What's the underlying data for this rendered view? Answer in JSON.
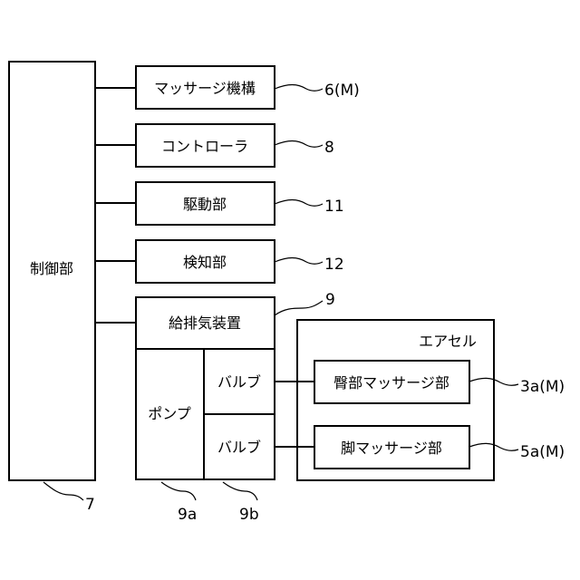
{
  "diagram": {
    "control_unit": "制御部",
    "massage_mechanism": "マッサージ機構",
    "controller": "コントローラ",
    "drive_unit": "駆動部",
    "detection_unit": "検知部",
    "air_supply_exhaust_device": "給排気装置",
    "pump": "ポンプ",
    "valve_1": "バルブ",
    "valve_2": "バルブ",
    "air_cell": "エアセル",
    "arm_massage_unit": "臀部マッサージ部",
    "leg_massage_unit": "脚マッサージ部"
  },
  "refs": {
    "massage_mechanism": "6(M)",
    "controller": "8",
    "drive_unit": "11",
    "detection_unit": "12",
    "air_supply_exhaust_device": "9",
    "arm_massage_unit": "3a(M)",
    "leg_massage_unit": "5a(M)",
    "control_unit": "7",
    "pump": "9a",
    "valves": "9b"
  }
}
